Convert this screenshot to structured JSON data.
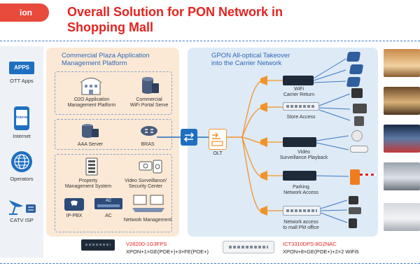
{
  "header": {
    "tab_label": "ion",
    "title_line1": "Overall Solution for PON Network in",
    "title_line2": "Shopping Mall"
  },
  "sidebar": {
    "items": [
      {
        "label": "OTT Apps",
        "badge": "APPS"
      },
      {
        "label": "Internet",
        "badge": "Internet"
      },
      {
        "label": "Operators"
      },
      {
        "label": "CATV ISP"
      }
    ]
  },
  "app_panel": {
    "title_line1": "Commercial Plaza Application",
    "title_line2": "Management Platform",
    "groups": [
      {
        "items": [
          {
            "label_line1": "O2O Application",
            "label_line2": "Management Platform"
          },
          {
            "label_line1": "Commercial",
            "label_line2": "WiFi Portal Serve"
          }
        ]
      },
      {
        "items": [
          {
            "label_line1": "AAA Server"
          },
          {
            "label_line1": "BRAS"
          }
        ]
      },
      {
        "items": [
          {
            "label_line1": "Property",
            "label_line2": "Management System"
          },
          {
            "label_line1": "Video Surveillance/",
            "label_line2": "Security Center"
          },
          {
            "label_line1": "IP-PBX"
          },
          {
            "label_line1": "AC",
            "badge": "AC"
          },
          {
            "label_line1": "Network Management"
          }
        ]
      }
    ]
  },
  "pon_panel": {
    "title_line1": "GPON All-optical Takeover",
    "title_line2": "into the Carrier Network",
    "olt_label": "OLT",
    "terminals": [
      {
        "label_line1": "WiFi",
        "label_line2": "Carrier Return"
      },
      {
        "label_line1": "Store Access"
      },
      {
        "label_line1": "Video",
        "label_line2": "Surveillance Playback"
      },
      {
        "label_line1": "Parking",
        "label_line2": "Network Access"
      },
      {
        "label_line1": "Network access",
        "label_line2": "to mall PM office"
      }
    ]
  },
  "products": [
    {
      "model": "V2820D-1G3FPS",
      "spec": "XPON+1×GE(POE+)+3×FE(POE+)"
    },
    {
      "model": "ICT3310DPS-8G2NAC",
      "spec": "XPON+8×GE(POE+)+2×2 WiFi5"
    }
  ],
  "colors": {
    "accent_red": "#e4231f",
    "brand_blue": "#1f6fc1",
    "fiber_orange": "#f2932a",
    "panel_orange": "#fbe9d6",
    "panel_blue": "#deeaf6"
  }
}
